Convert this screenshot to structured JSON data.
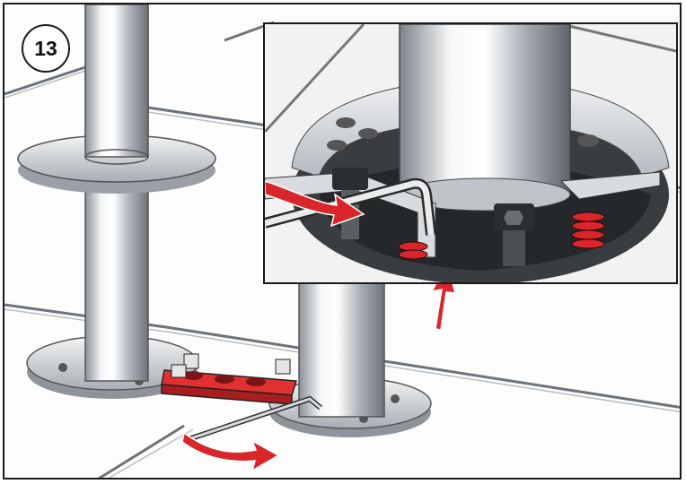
{
  "step": {
    "number": "13"
  },
  "colors": {
    "accent_red": "#d9262a",
    "frame": "#1a1a1a",
    "steel": "#c9ced3"
  },
  "icons": {
    "badge": "step-number-circle",
    "arrows": [
      "red-arrow-right",
      "red-arrow-up",
      "red-arrow-left-down"
    ]
  }
}
